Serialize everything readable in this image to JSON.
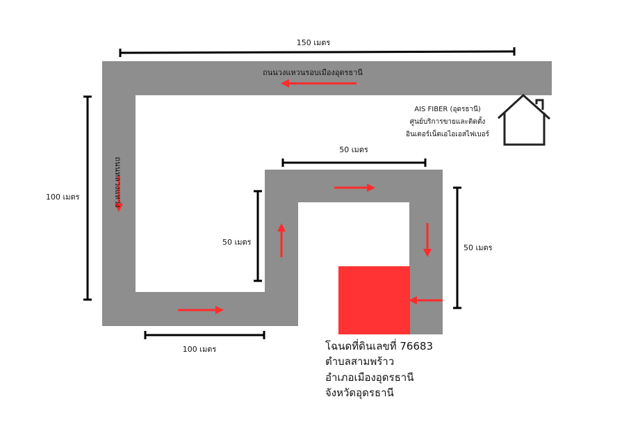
{
  "colors": {
    "road": "#8e8e8e",
    "arrow": "#ff2b2b",
    "plot": "#ff3333",
    "dimension_line": "#000000"
  },
  "dimensions": {
    "top": "150 เมตร",
    "left": "100 เมตร",
    "inner_top": "50 เมตร",
    "inner_left": "50 เมตร",
    "right": "50 เมตร",
    "bottom": "100 เมตร"
  },
  "roads": {
    "ring_road": "ถนนวงแหวนรอบเมืองอุดรธานี",
    "side_road": "ถนนหลวงแหว่ง"
  },
  "landmark": {
    "icon": "house-icon",
    "line1": "AIS FIBER (อุดรธานี)",
    "line2": "ศูนย์บริการขายและติดตั้ง",
    "line3": "อินเตอร์เน็ตเอไอเอสไฟเบอร์"
  },
  "plot": {
    "line1": "โฉนดที่ดินเลขที่ 76683",
    "line2": "ตำบลสามพร้าว",
    "line3": "อำเภอเมืองอุดรธานี",
    "line4": "จังหวัดอุดรธานี"
  }
}
